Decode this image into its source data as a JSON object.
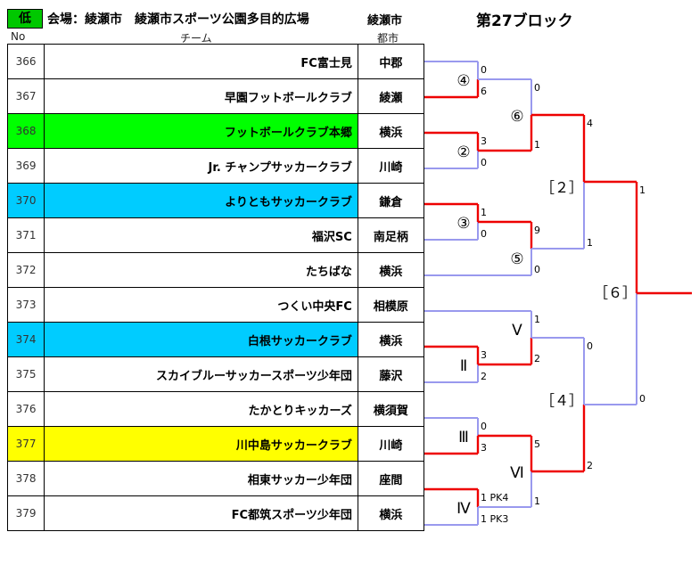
{
  "header": {
    "level": "低",
    "venue": "会場：綾瀬市　綾瀬市スポーツ公園多目的広場",
    "city_header": "綾瀬市",
    "block": "第27ブロック",
    "col_no": "No",
    "col_team": "チーム",
    "col_city": "都市"
  },
  "teams": [
    {
      "no": "366",
      "name": "FC富士見",
      "city": "中郡",
      "color": ""
    },
    {
      "no": "367",
      "name": "早園フットボールクラブ",
      "city": "綾瀬",
      "color": ""
    },
    {
      "no": "368",
      "name": "フットボールクラブ本郷",
      "city": "横浜",
      "color": "green"
    },
    {
      "no": "369",
      "name": "Jr. チャンプサッカークラブ",
      "city": "川崎",
      "color": ""
    },
    {
      "no": "370",
      "name": "よりともサッカークラブ",
      "city": "鎌倉",
      "color": "blue"
    },
    {
      "no": "371",
      "name": "福沢SC",
      "city": "南足柄",
      "color": ""
    },
    {
      "no": "372",
      "name": "たちばな",
      "city": "横浜",
      "color": ""
    },
    {
      "no": "373",
      "name": "つくい中央FC",
      "city": "相模原",
      "color": ""
    },
    {
      "no": "374",
      "name": "白根サッカークラブ",
      "city": "横浜",
      "color": "blue"
    },
    {
      "no": "375",
      "name": "スカイブルーサッカースポーツ少年団",
      "city": "藤沢",
      "color": ""
    },
    {
      "no": "376",
      "name": "たかとりキッカーズ",
      "city": "横須賀",
      "color": ""
    },
    {
      "no": "377",
      "name": "川中島サッカークラブ",
      "city": "川崎",
      "color": "yellow"
    },
    {
      "no": "378",
      "name": "相東サッカー少年団",
      "city": "座間",
      "color": ""
    },
    {
      "no": "379",
      "name": "FC都筑スポーツ少年団",
      "city": "横浜",
      "color": ""
    }
  ],
  "matches": {
    "m4": {
      "label": "④",
      "scores": [
        "0",
        "6"
      ]
    },
    "m2": {
      "label": "②",
      "scores": [
        "3",
        "0"
      ]
    },
    "m3": {
      "label": "③",
      "scores": [
        "1",
        "0"
      ]
    },
    "m6": {
      "label": "⑥",
      "scores": [
        "0",
        "1"
      ]
    },
    "m5": {
      "label": "⑤",
      "scores": [
        "9",
        "0"
      ]
    },
    "b2": {
      "label": "［２］",
      "scores": [
        "4",
        "1"
      ]
    },
    "b6": {
      "label": "［６］",
      "scores": [
        "1",
        "0"
      ]
    },
    "r5": {
      "label": "Ⅴ",
      "scores": [
        "1",
        "2"
      ]
    },
    "r2": {
      "label": "Ⅱ",
      "scores": [
        "3",
        "2"
      ]
    },
    "b4": {
      "label": "［４］",
      "scores": [
        "0",
        "2"
      ]
    },
    "r3": {
      "label": "Ⅲ",
      "scores": [
        "0",
        "3"
      ]
    },
    "r6": {
      "label": "Ⅵ",
      "scores": [
        "5",
        "1"
      ]
    },
    "r4": {
      "label": "Ⅳ",
      "scores": [
        "1 PK4",
        "1 PK3"
      ]
    }
  },
  "colors": {
    "winner": "#ee0000",
    "loser": "#9999ee",
    "green": "#00ff00",
    "blue": "#00ccff",
    "yellow": "#ffff00"
  }
}
